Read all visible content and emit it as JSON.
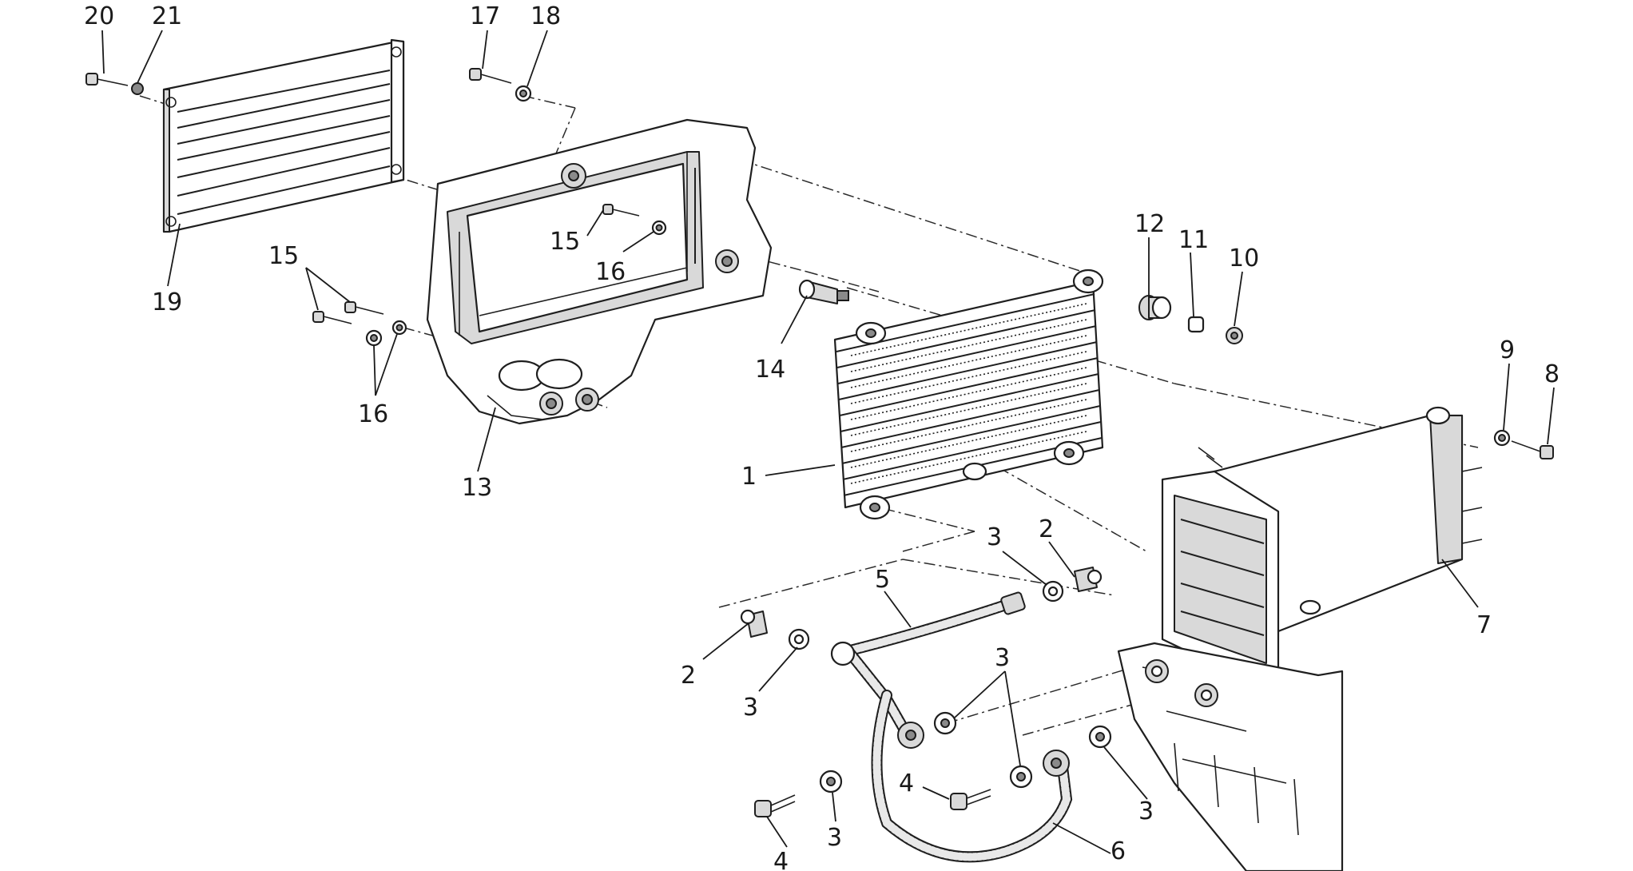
{
  "labels": {
    "l20": "20",
    "l21": "21",
    "l17": "17",
    "l18": "18",
    "l19": "19",
    "l15a": "15",
    "l16a": "16",
    "l15b": "15",
    "l16b": "16",
    "l13": "13",
    "l14": "14",
    "l12": "12",
    "l11": "11",
    "l10": "10",
    "l9": "9",
    "l8": "8",
    "l1": "1",
    "l7": "7",
    "l2a": "2",
    "l3a": "3",
    "l5": "5",
    "l2b": "2",
    "l3b": "3",
    "l3c": "3",
    "l4a": "4",
    "l4b": "4",
    "l3d": "3",
    "l3e": "3",
    "l6": "6"
  }
}
